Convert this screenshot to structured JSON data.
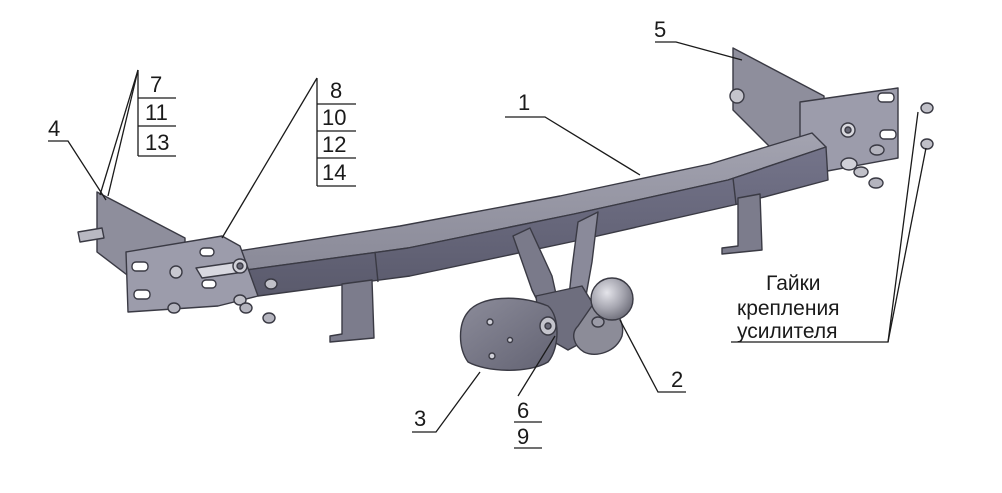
{
  "callouts": {
    "beam": "1",
    "ball": "2",
    "socket_plate": "3",
    "left_bracket": "4",
    "right_bracket": "5"
  },
  "stack_left": [
    "7",
    "11",
    "13"
  ],
  "stack_mid": [
    "8",
    "10",
    "12",
    "14"
  ],
  "stack_bottom": [
    "6",
    "9"
  ],
  "note": [
    "Гайки",
    "крепления",
    "усилителя"
  ],
  "colors": {
    "metal_light": "#9a9aa8",
    "metal_mid": "#7d7d8c",
    "metal_dark": "#5e5e6c",
    "ball": "#a9a9b1",
    "line": "#1a1a1a"
  }
}
